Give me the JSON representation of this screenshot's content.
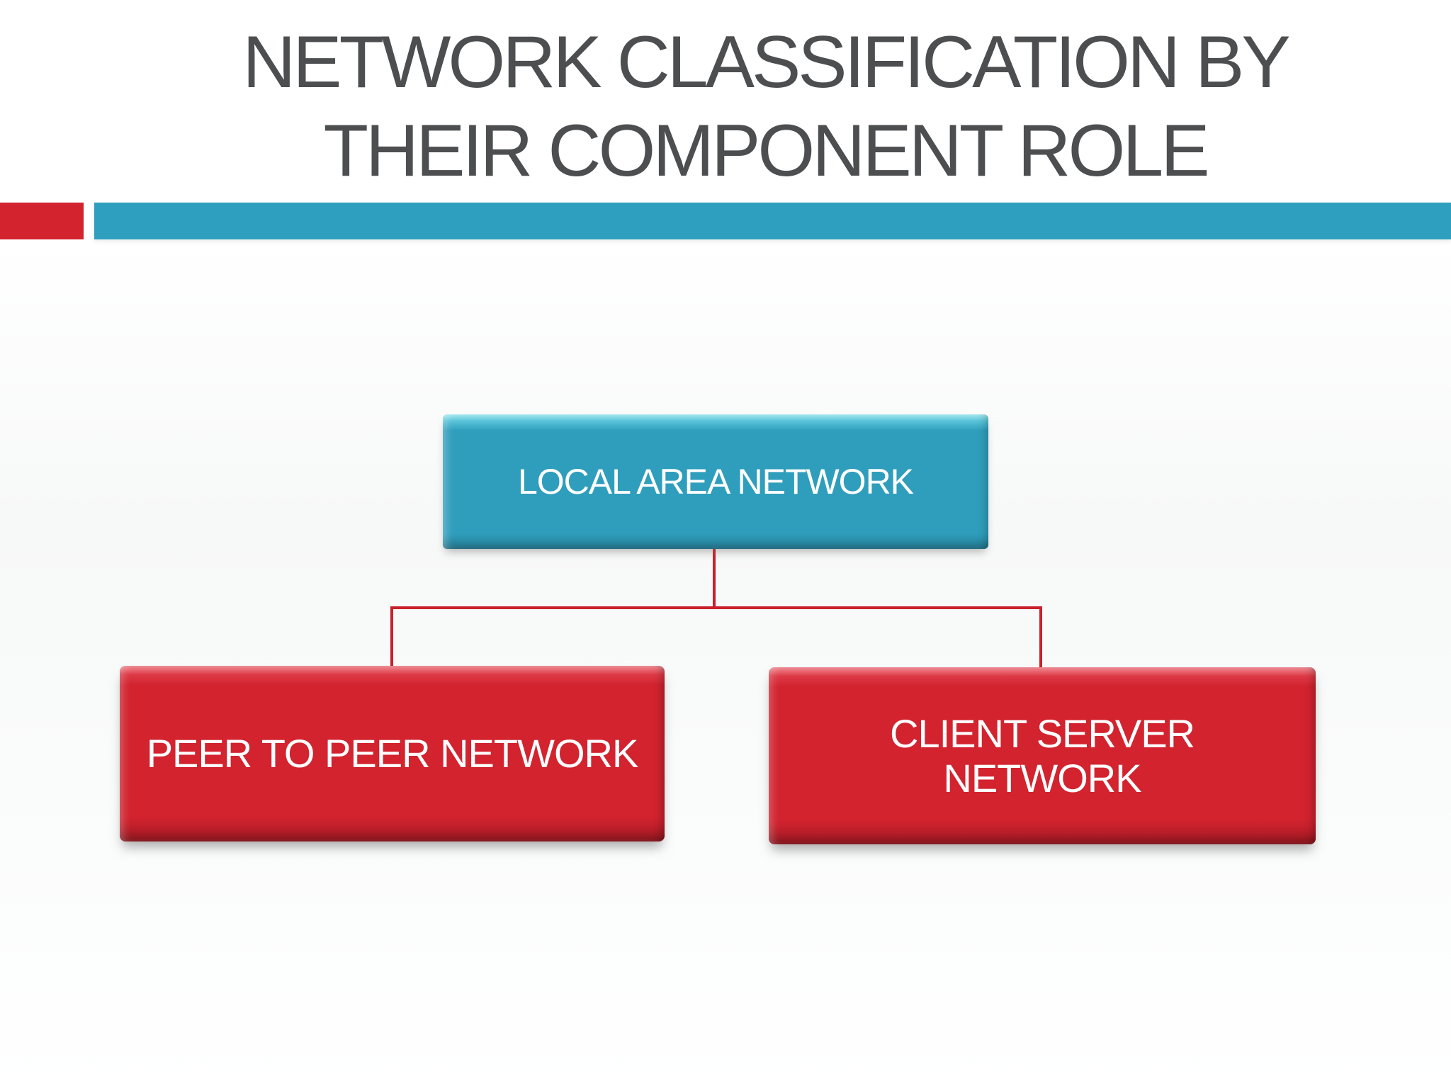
{
  "title": {
    "line1": "NETWORK CLASSIFICATION BY",
    "line2": "THEIR COMPONENT ROLE"
  },
  "accent_bars": {
    "red_color": "#D2232F",
    "teal_color": "#2E9FBE"
  },
  "diagram": {
    "connector_color": "#C9202B",
    "root": {
      "label": "LOCAL AREA NETWORK",
      "fill": "#2F9EBC",
      "text_color": "#FFFFFF"
    },
    "children": [
      {
        "label": "PEER TO PEER NETWORK",
        "fill": "#D2232F",
        "text_color": "#FFFFFF"
      },
      {
        "label": "CLIENT SERVER NETWORK",
        "fill": "#D2232F",
        "text_color": "#FFFFFF"
      }
    ]
  }
}
